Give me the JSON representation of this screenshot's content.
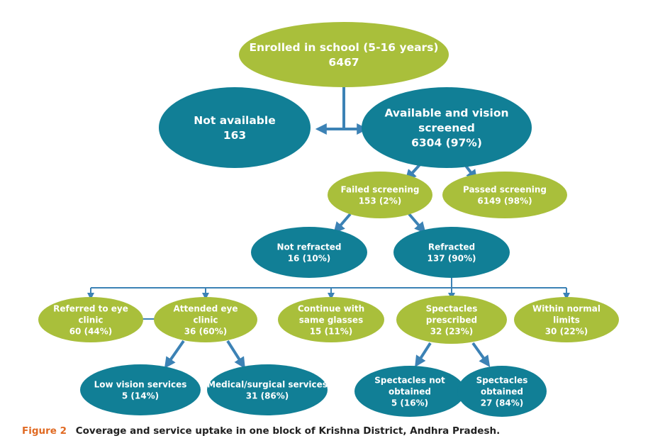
{
  "colors": {
    "green": "#a9bf3b",
    "teal": "#117f96",
    "connector": "#3c82b5",
    "caption_label": "#e06a23"
  },
  "nodes": {
    "enrolled": {
      "lines": [
        "Enrolled in school (5-16 years)",
        "6467"
      ]
    },
    "not_available": {
      "lines": [
        "Not available",
        "163"
      ]
    },
    "available": {
      "lines": [
        "Available and vision",
        "screened",
        "6304 (97%)"
      ]
    },
    "failed": {
      "lines": [
        "Failed screening",
        "153 (2%)"
      ]
    },
    "passed": {
      "lines": [
        "Passed screening",
        "6149 (98%)"
      ]
    },
    "not_refracted": {
      "lines": [
        "Not refracted",
        "16 (10%)"
      ]
    },
    "refracted": {
      "lines": [
        "Refracted",
        "137 (90%)"
      ]
    },
    "referred": {
      "lines": [
        "Referred to eye",
        "clinic",
        "60 (44%)"
      ]
    },
    "attended": {
      "lines": [
        "Attended eye",
        "clinic",
        "36 (60%)"
      ]
    },
    "continue": {
      "lines": [
        "Continue with",
        "same glasses",
        "15 (11%)"
      ]
    },
    "spectacles_prescribed": {
      "lines": [
        "Spectacles",
        "prescribed",
        "32 (23%)"
      ]
    },
    "within_limits": {
      "lines": [
        "Within normal",
        "limits",
        "30 (22%)"
      ]
    },
    "low_vision": {
      "lines": [
        "Low vision services",
        "5 (14%)"
      ]
    },
    "medical": {
      "lines": [
        "Medical/surgical services",
        "31 (86%)"
      ]
    },
    "not_obtained": {
      "lines": [
        "Spectacles not",
        "obtained",
        "5 (16%)"
      ]
    },
    "obtained": {
      "lines": [
        "Spectacles",
        "obtained",
        "27 (84%)"
      ]
    }
  },
  "caption": {
    "label": "Figure 2",
    "text": "Coverage and service uptake in one block of Krishna District, Andhra Pradesh."
  }
}
